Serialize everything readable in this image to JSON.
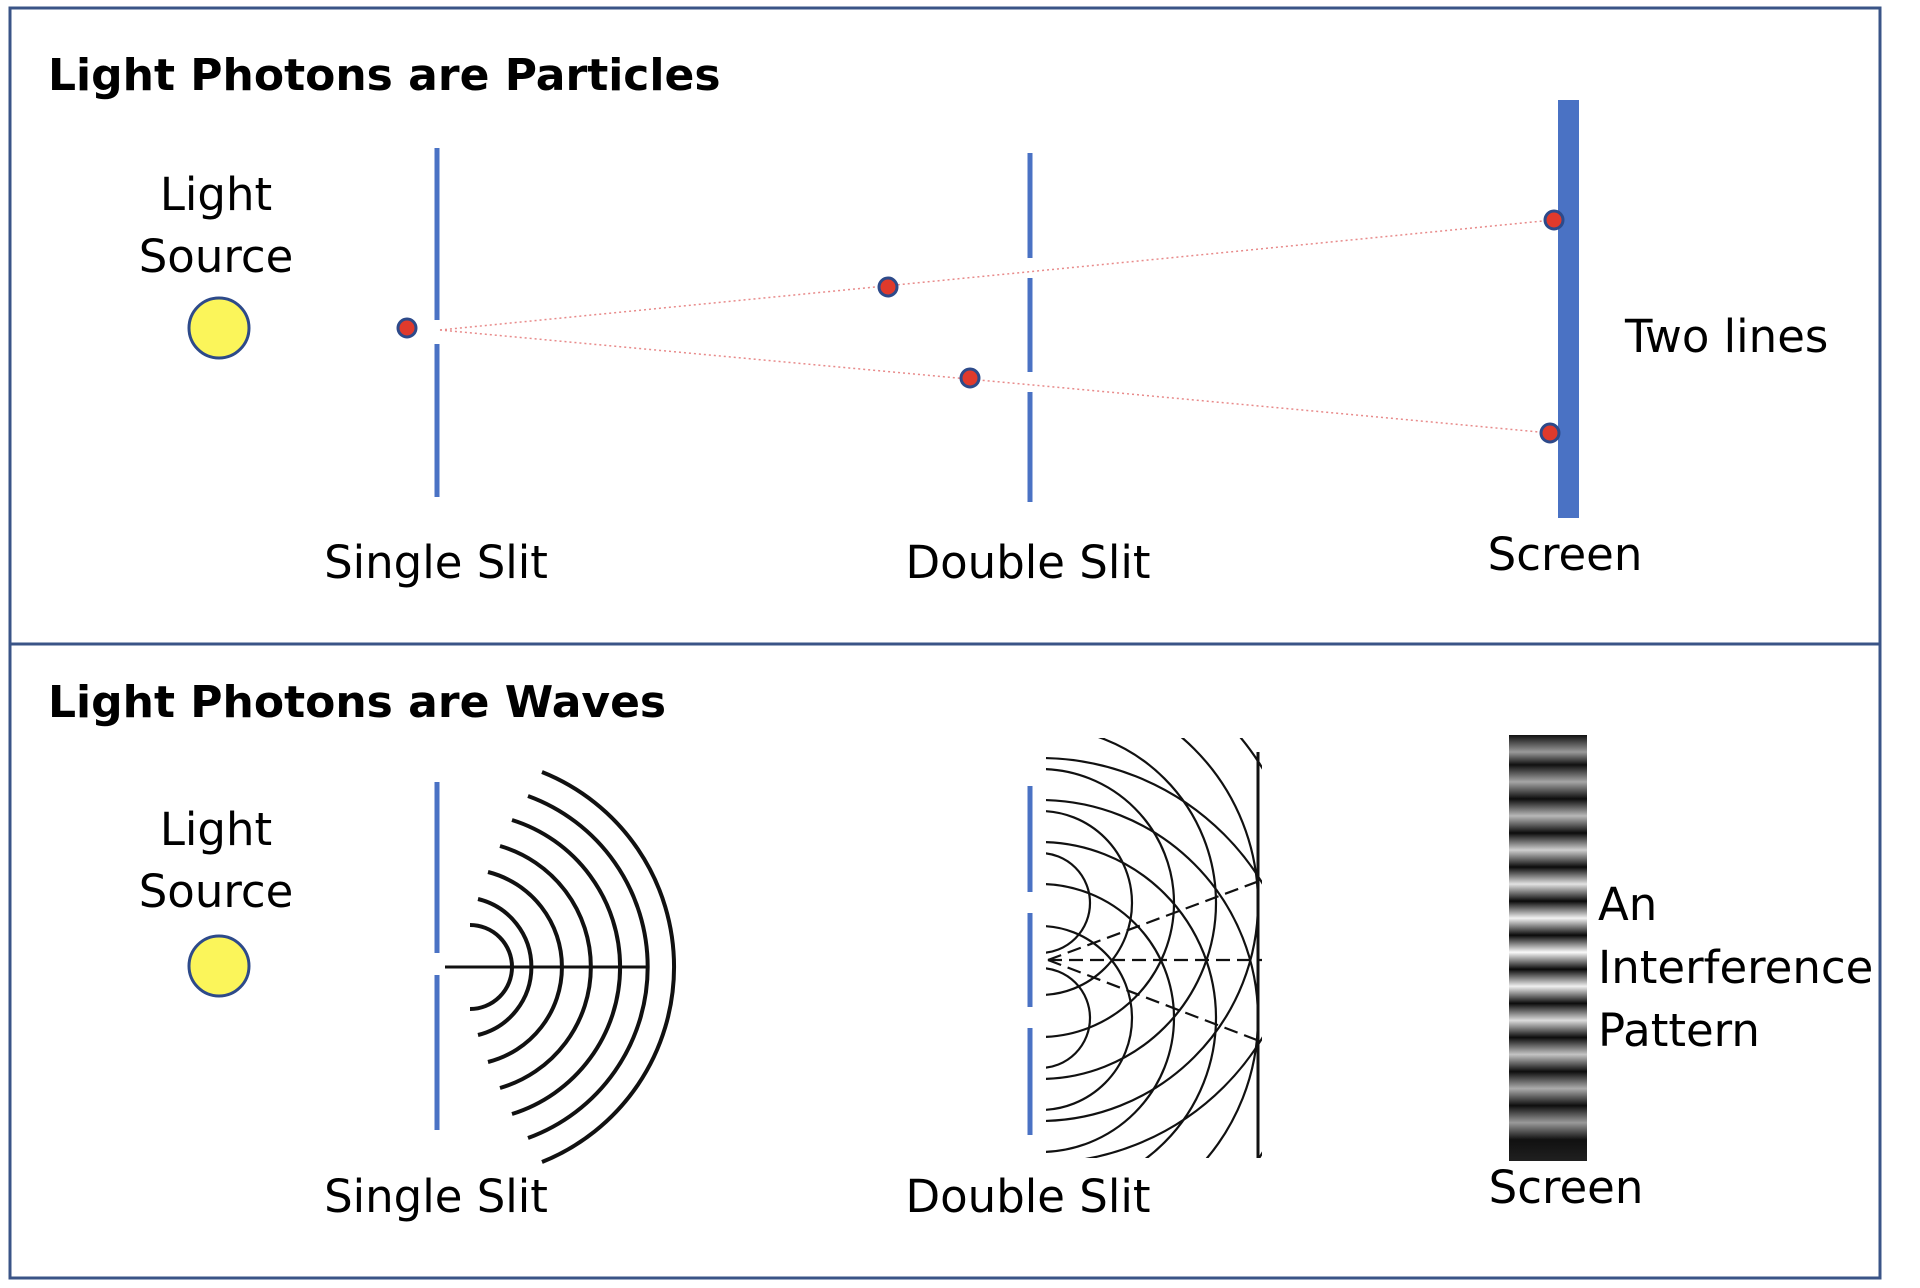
{
  "panels": {
    "particles": {
      "title": "Light Photons are Particles",
      "light_source": [
        "Light",
        "Source"
      ],
      "single_slit": "Single Slit",
      "double_slit": "Double Slit",
      "screen": "Screen",
      "result": "Two lines"
    },
    "waves": {
      "title": "Light Photons are Waves",
      "light_source": [
        "Light",
        "Source"
      ],
      "single_slit": "Single Slit",
      "double_slit": "Double Slit",
      "screen": "Screen",
      "result": [
        "An",
        "Interference",
        "Pattern"
      ]
    }
  },
  "colors": {
    "border": "#3a5487",
    "barrier": "#4a72c4",
    "source_fill": "#fbf55a",
    "photon_fill": "#e03a2c",
    "photon_stroke": "#2d4a8a",
    "ray": "#e88a8a"
  }
}
